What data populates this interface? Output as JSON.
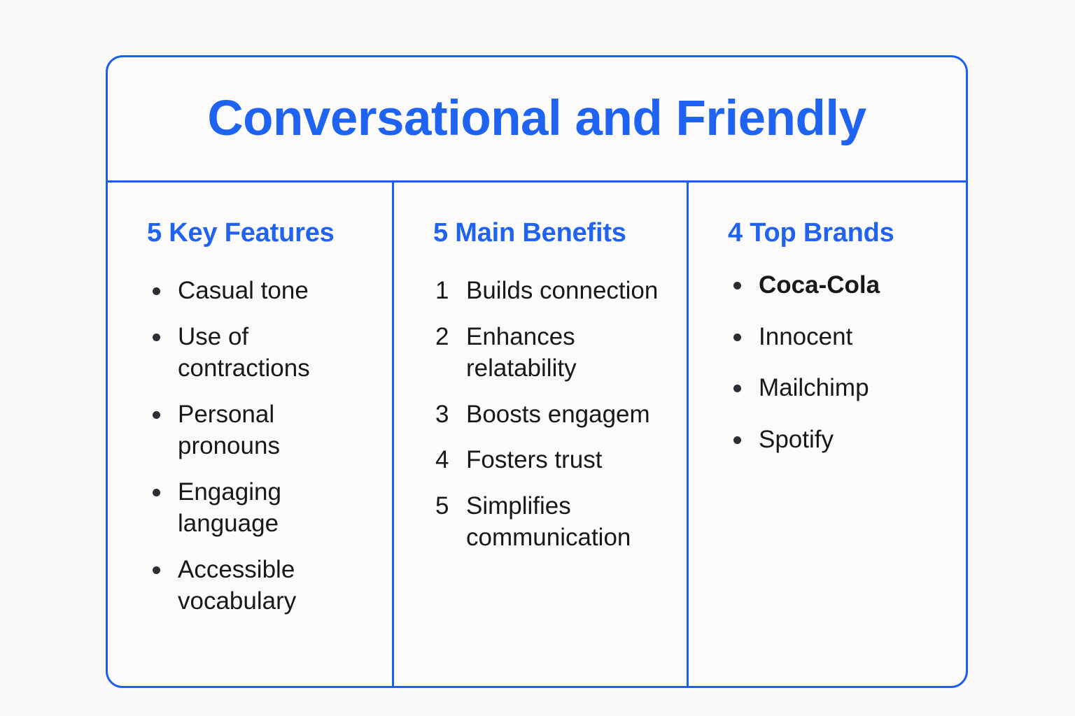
{
  "card": {
    "title": "Conversational and Friendly",
    "accent_color": "#1f63f2",
    "border_color": "#1a5ff0",
    "text_color": "#16181c",
    "background_color": "#fbfaf8"
  },
  "columns": [
    {
      "heading": "5 Key Features",
      "list_type": "bullet",
      "items": [
        {
          "text": "Casual tone",
          "emphasis": false
        },
        {
          "text": "Use of contractions",
          "emphasis": false
        },
        {
          "text": "Personal pronouns",
          "emphasis": false
        },
        {
          "text": "Engaging language",
          "emphasis": false
        },
        {
          "text": "Accessible vocabulary",
          "emphasis": false
        }
      ]
    },
    {
      "heading": "5 Main Benefits",
      "list_type": "number",
      "items": [
        {
          "number": "1",
          "text": "Builds connection"
        },
        {
          "number": "2",
          "text": "Enhances relatability"
        },
        {
          "number": "3",
          "text": "Boosts engagem"
        },
        {
          "number": "4",
          "text": "Fosters trust"
        },
        {
          "number": "5",
          "text": "Simplifies communication"
        }
      ]
    },
    {
      "heading": "4 Top Brands",
      "list_type": "bullet",
      "items": [
        {
          "text": "Coca-Cola",
          "emphasis": true
        },
        {
          "text": "Innocent",
          "emphasis": false
        },
        {
          "text": "Mailchimp",
          "emphasis": false
        },
        {
          "text": "Spotify",
          "emphasis": false
        }
      ]
    }
  ]
}
